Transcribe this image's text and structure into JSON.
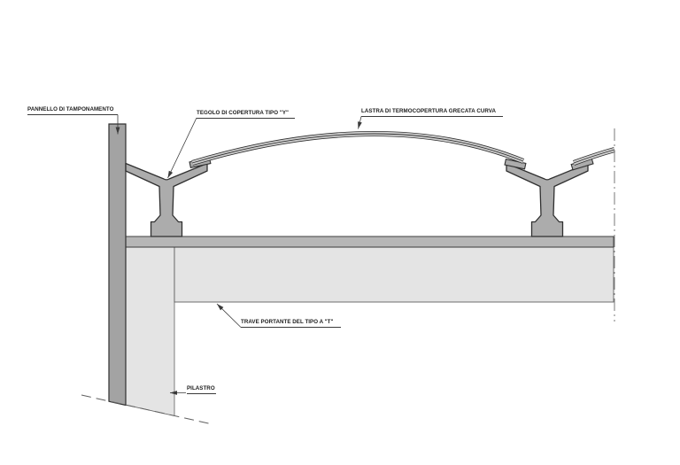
{
  "drawing": {
    "labels": {
      "pannello": "PANNELLO DI TAMPONAMENTO",
      "tegolo": "TEGOLO DI COPERTURA TIPO \"Y\"",
      "lastra": "LASTRA DI TERMOCOPERTURA GRECATA CURVA",
      "trave": "TRAVE PORTANTE DEL TIPO A \"T\"",
      "pilastro": "PILASTRO"
    },
    "colors": {
      "background": "#ffffff",
      "panel_gray": "#a3a3a3",
      "element_gray": "#acacac",
      "band_gray": "#b6b6b6",
      "beam_gray": "#e4e4e4",
      "sheet_gray": "#d0d0d0",
      "outline": "#303030",
      "thin_line": "#606060",
      "dash_line": "#7a7a7a",
      "leader": "#3a3a3a",
      "text": "#1c1c1c"
    }
  }
}
